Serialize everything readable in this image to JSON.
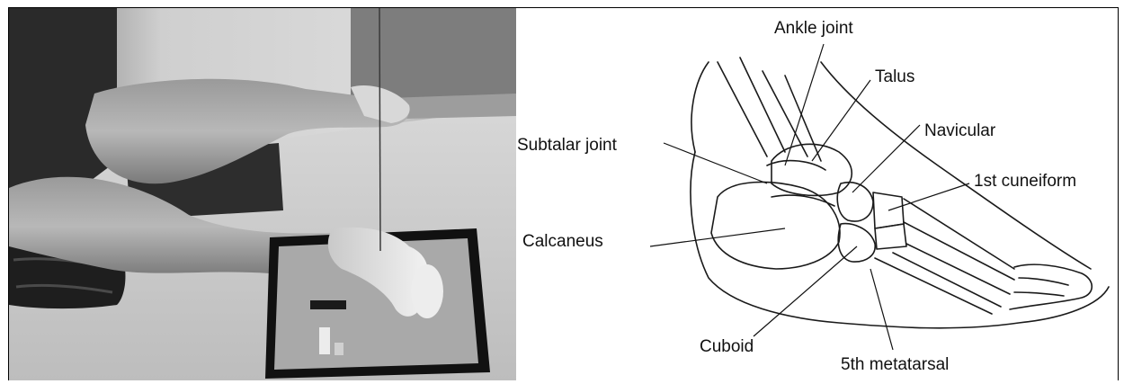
{
  "diagram": {
    "labels": {
      "ankle_joint": "Ankle joint",
      "talus": "Talus",
      "subtalar_joint": "Subtalar joint",
      "navicular": "Navicular",
      "first_cuneiform": "1st cuneiform",
      "calcaneus": "Calcaneus",
      "cuboid": "Cuboid",
      "fifth_metatarsal": "5th metatarsal"
    }
  }
}
